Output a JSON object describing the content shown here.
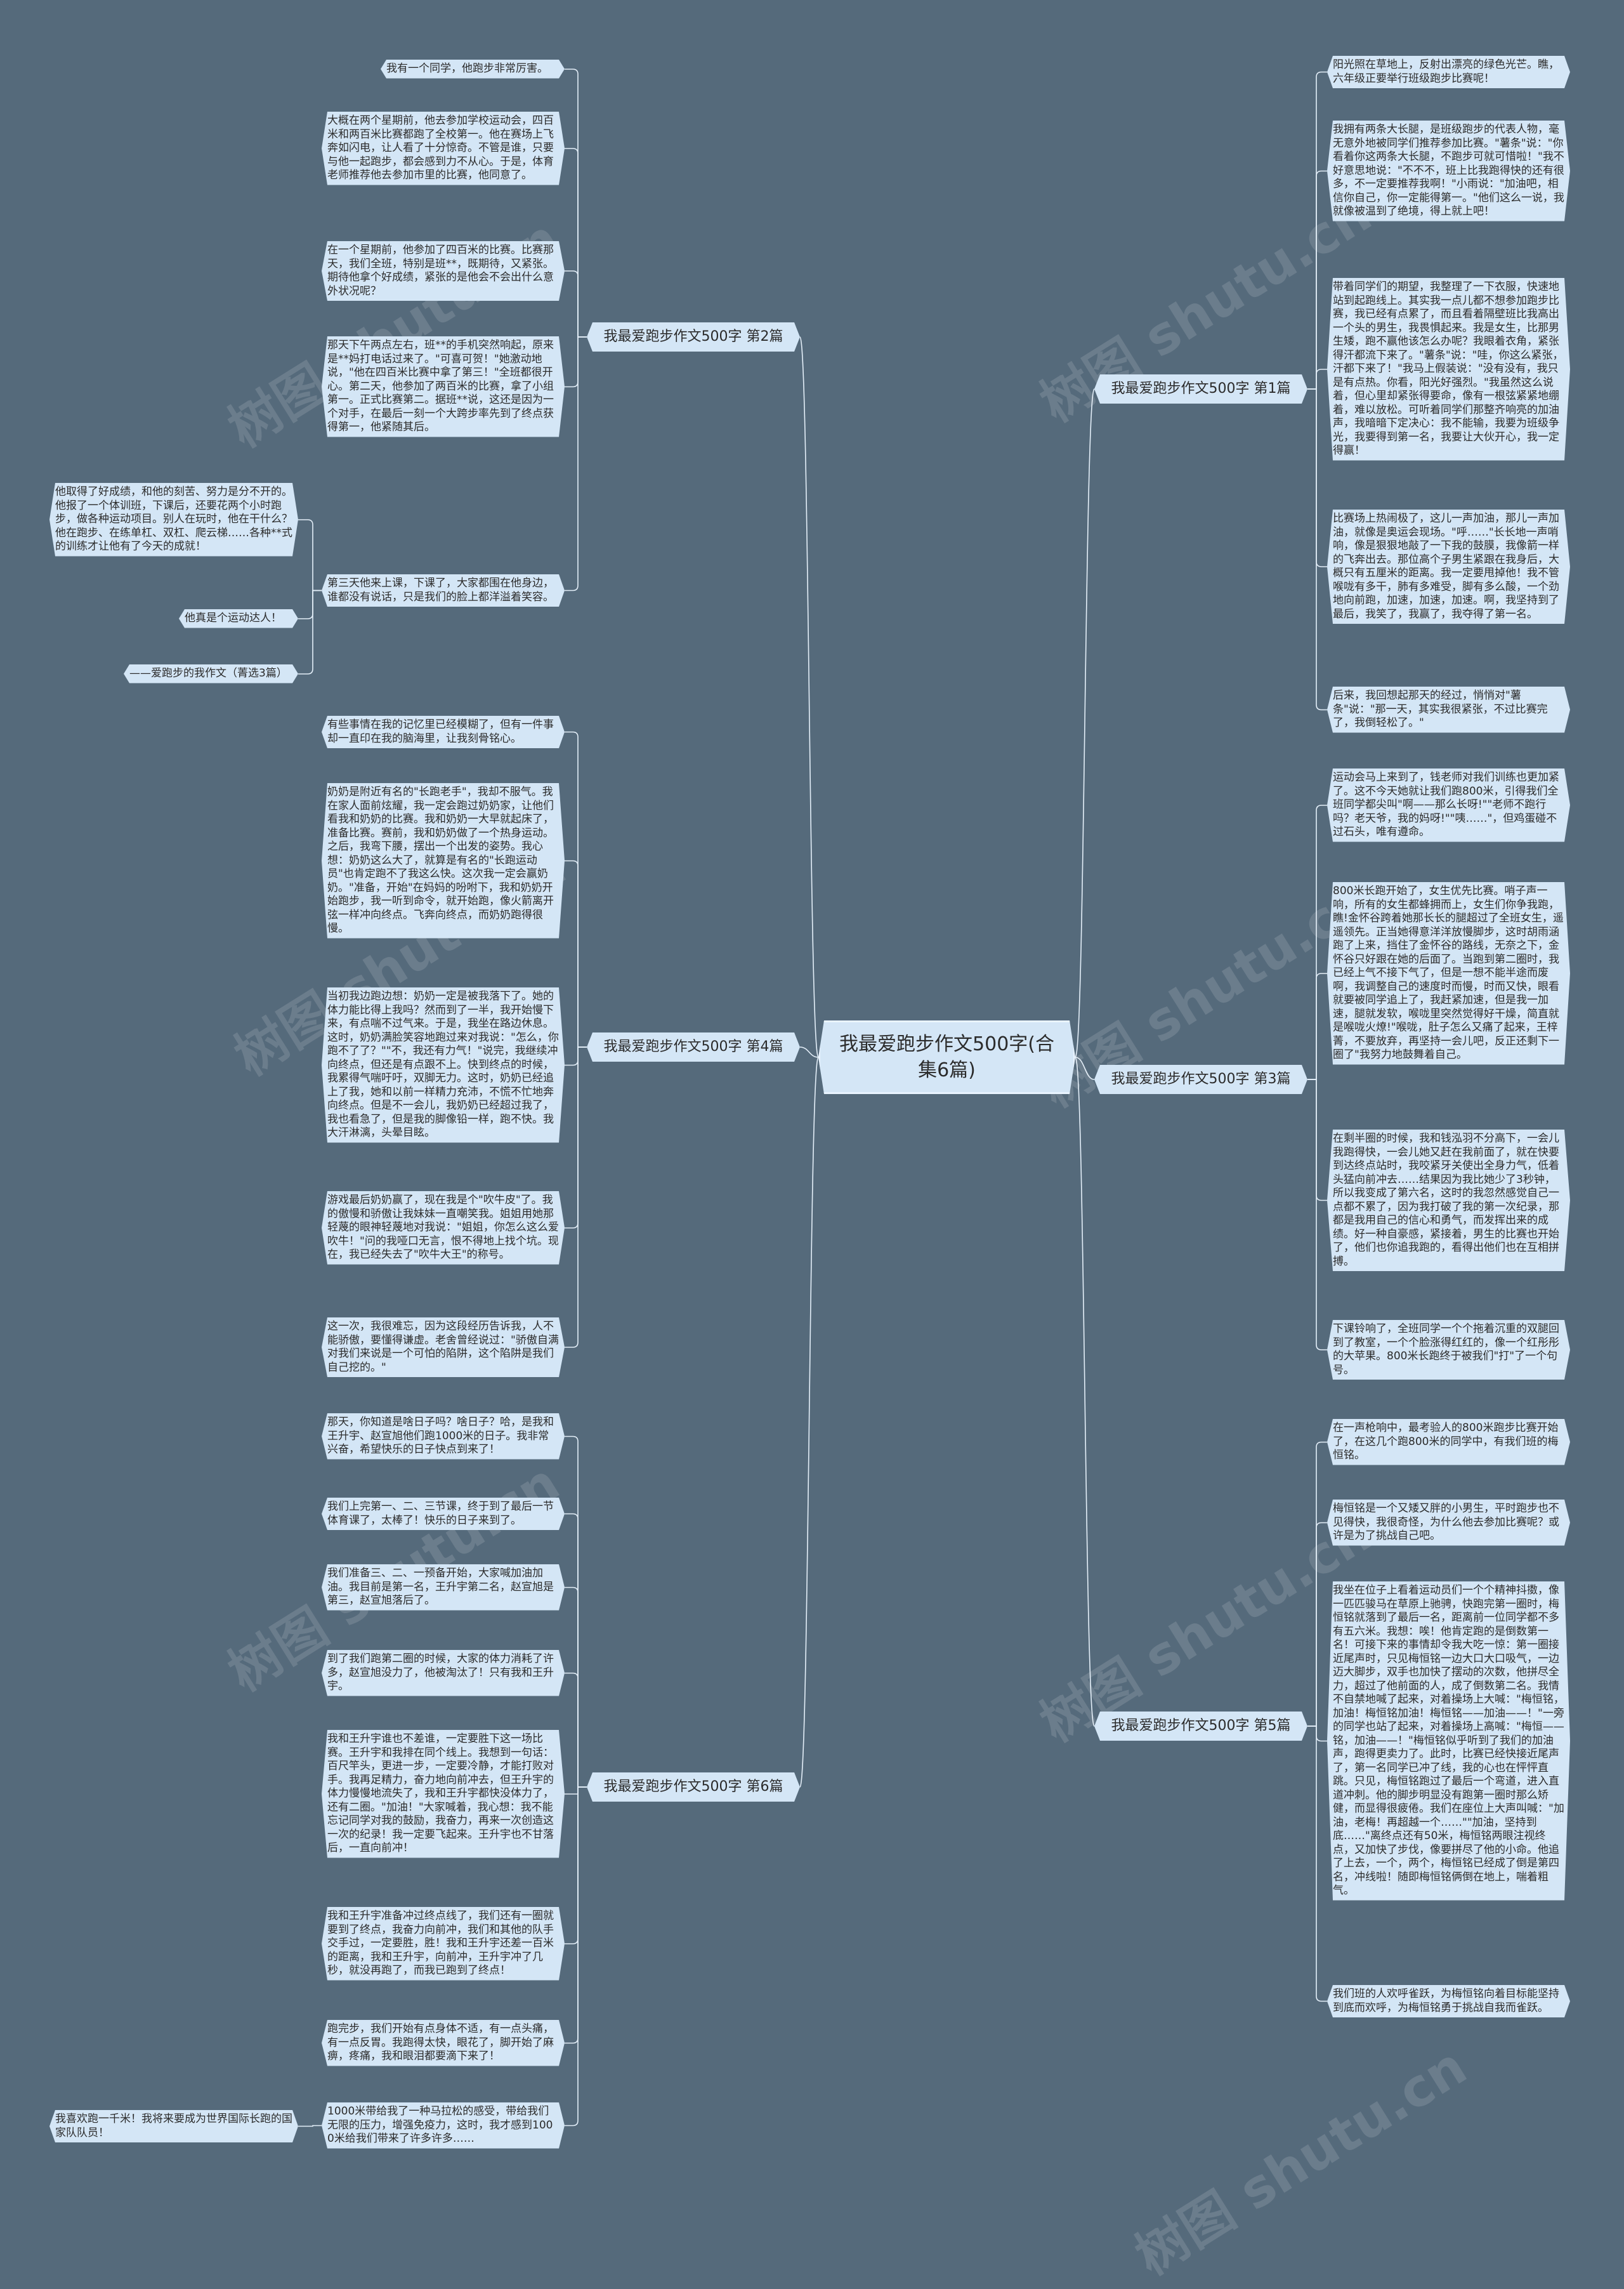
{
  "root": "我最爱跑步作文500字(合集6篇)",
  "watermark": "树图 shutu.cn",
  "branches": [
    {
      "label": "我最爱跑步作文500字 第2篇",
      "items": [
        "我有一个同学，他跑步非常厉害。",
        "大概在两个星期前，他去参加学校运动会，四百米和两百米比赛都跑了全校第一。他在赛场上飞奔如闪电，让人看了十分惊奇。不管是谁，只要与他一起跑步，都会感到力不从心。于是，体育老师推荐他去参加市里的比赛，他同意了。",
        "在一个星期前，他参加了四百米的比赛。比赛那天，我们全班，特别是班**，既期待，又紧张。期待他拿个好成绩，紧张的是他会不会出什么意外状况呢？",
        "那天下午两点左右，班**的手机突然响起，原来是**妈打电话过来了。\"可喜可贺！\"她激动地说，\"他在四百米比赛中拿了第三！\"全班都很开心。第二天，他参加了两百米的比赛，拿了小组第一。正式比赛第二。据班**说，这还是因为一个对手，在最后一刻一个大跨步率先到了终点获得第一，他紧随其后。",
        "第三天他来上课，下课了，大家都围在他身边，谁都没有说话，只是我们的脸上都洋溢着笑容。",
        "他取得了好成绩，和他的刻苦、努力是分不开的。他报了一个体训班，下课后，还要花两个小时跑步，做各种运动项目。别人在玩时，他在干什么？他在跑步、在练单杠、双杠、爬云梯……各种**式的训练才让他有了今天的成就！",
        "他真是个运动达人！",
        "——爱跑步的我作文（菁选3篇）"
      ]
    },
    {
      "label": "我最爱跑步作文500字 第4篇",
      "items": [
        "有些事情在我的记忆里已经模糊了，但有一件事却一直印在我的脑海里，让我刻骨铭心。",
        "奶奶是附近有名的\"长跑老手\"，我却不服气。我在家人面前炫耀，我一定会跑过奶奶家，让他们看我和奶奶的比赛。我和奶奶一大早就起床了，准备比赛。赛前，我和奶奶做了一个热身运动。之后，我弯下腰，摆出一个出发的姿势。我心想：奶奶这么大了，就算是有名的\"长跑运动员\"也肯定跑不了我这么快。这次我一定会赢奶奶。\"准备，开始\"在妈妈的吩咐下，我和奶奶开始跑步，我一听到命令，就开始跑，像火箭离开弦一样冲向终点。飞奔向终点，而奶奶跑得很慢。",
        "当初我边跑边想：奶奶一定是被我落下了。她的体力能比得上我吗？然而到了一半，我开始慢下来，有点喘不过气来。于是，我坐在路边休息。这时，奶奶满脸笑容地跑过来对我说：\"怎么，你跑不了了？\"\"不，我还有力气！\"说完，我继续冲向终点，但还是有点跟不上。快到终点的时候，我累得气喘吁吁，双脚无力。这时，奶奶已经追上了我，她和以前一样精力充沛，不慌不忙地奔向终点。但是不一会儿，我奶奶已经超过我了，我也看急了，但是我的脚像铅一样，跑不快。我大汗淋漓，头晕目眩。",
        "游戏最后奶奶赢了，现在我是个\"吹牛皮\"了。我的傲慢和骄傲让我妹妹一直嘲笑我。姐姐用她那轻蔑的眼神轻蔑地对我说：\"姐姐，你怎么这么爱吹牛！\"问的我哑口无言，恨不得地上找个坑。现在，我已经失去了\"吹牛大王\"的称号。",
        "这一次，我很难忘，因为这段经历告诉我，人不能骄傲，要懂得谦虚。老舍曾经说过：\"骄傲自满对我们来说是一个可怕的陷阱，这个陷阱是我们自己挖的。\""
      ]
    },
    {
      "label": "我最爱跑步作文500字 第6篇",
      "items": [
        "那天，你知道是啥日子吗？啥日子？哈，是我和王升宇、赵宣旭他们跑1000米的日子。我非常兴奋，希望快乐的日子快点到来了！",
        "我们上完第一、二、三节课，终于到了最后一节体育课了，太棒了！快乐的日子来到了。",
        "我们准备三、二、一预备开始，大家喊加油加油。我目前是第一名，王升宇第二名，赵宣旭是第三，赵宣旭落后了。",
        "到了我们跑第二圈的时候，大家的体力消耗了许多，赵宣旭没力了，他被淘汰了！只有我和王升宇。",
        "我和王升宇谁也不差谁，一定要胜下这一场比赛。王升宇和我排在同个线上。我想到一句话：百尺竿头，更进一步，一定要冷静，才能打败对手。我再足精力，奋力地向前冲去，但王升宇的体力慢慢地流失了，我和王升宇都快没体力了，还有二圈。\"加油！\"大家喊着，我心想：我不能忘记同学对我的鼓励，我奋力，再来一次创造这一次的纪录！我一定要飞起来。王升宇也不甘落后，一直向前冲！",
        "我和王升宇准备冲过终点线了，我们还有一圈就要到了终点，我奋力向前冲，我们和其他的队手交手过，一定要胜，胜！我和王升宇还差一百米的距离，我和王升宇，向前冲，王升宇冲了几秒，就没再跑了，而我已跑到了终点！",
        "跑完步，我们开始有点身体不适，有一点头痛，有一点反胃。我跑得太快，眼花了，脚开始了麻痹，疼痛，我和眼泪都要滴下来了！",
        "1000米带给我了一种马拉松的感受，带给我们无限的压力，增强免疫力，这时，我才感到1000米给我们带来了许多许多……",
        "我喜欢跑一千米！我将来要成为世界国际长跑的国家队队员！"
      ]
    },
    {
      "label": "我最爱跑步作文500字 第1篇",
      "items": [
        "阳光照在草地上，反射出漂亮的绿色光芒。瞧，六年级正要举行班级跑步比赛呢！",
        "我拥有两条大长腿，是班级跑步的代表人物，毫无意外地被同学们推荐参加比赛。\"薯条\"说：\"你看着你这两条大长腿，不跑步可就可惜啦！\"我不好意思地说：\"不不不，班上比我跑得快的还有很多，不一定要推荐我啊！\"小雨说：\"加油吧，相信你自己，你一定能得第一。\"他们这么一说，我就像被温到了绝境，得上就上吧！",
        "带着同学们的期望，我整理了一下衣服，快速地站到起跑线上。其实我一点儿都不想参加跑步比赛，我已经有点累了，而且看着隔壁班比我高出一个头的男生，我畏惧起来。我是女生，比那男生矮，跑不赢他该怎么办呢？我眼着衣角，紧张得汗都流下来了。\"薯条\"说：\"哇，你这么紧张，汗都下来了！\"我马上假装说：\"没有没有，我只是有点热。你看，阳光好强烈。\"我虽然这么说着，但心里却紧张得要命，像有一根弦紧紧地绷着，难以放松。可听着同学们那整齐响亮的加油声，我暗暗下定决心：我不能输，我要为班级争光，我要得到第一名，我要让大伙开心，我一定得赢！",
        "比赛场上热闹极了，这儿一声加油，那儿一声加油，就像是奥运会现场。\"呼……\"长长地一声哨响，像是狠狠地敲了一下我的鼓膜，我像箭一样的飞奔出去。那位高个子男生紧跟在我身后，大概只有五厘米的距离。我一定要甩掉他！我不管喉咙有多干，肺有多难受，脚有多么酸，一个劲地向前跑，加速，加速，加速。啊，我坚持到了最后，我笑了，我赢了，我夺得了第一名。",
        "后来，我回想起那天的经过，悄悄对\"薯条\"说：\"那一天，其实我很紧张，不过比赛完了，我倒轻松了。\""
      ]
    },
    {
      "label": "我最爱跑步作文500字 第3篇",
      "items": [
        "运动会马上来到了，钱老师对我们训练也更加紧了。这不今天她就让我们跑800米，引得我们全班同学都尖叫\"啊——那么长呀!\"\"老师不跑行吗？老天爷，我的妈呀!\"\"咦……\"，但鸡蛋碰不过石头，唯有遵命。",
        "800米长跑开始了，女生优先比赛。哨子声一响，所有的女生都蜂拥而上，女生们你争我跑，瞧!金怀谷跨着她那长长的腿超过了全班女生，遥遥领先。正当她得意洋洋放慢脚步，这时胡雨涵跑了上来，挡住了金怀谷的路线，无奈之下，金怀谷只好跟在她的后面了。当跑到第二圈时，我已经上气不接下气了，但是一想不能半途而废啊，我调整自己的速度时而慢，时而又快，眼看就要被同学追上了，我赶紧加速，但是我一加速，腿就发软，喉咙里突然觉得好干燥，简直就是喉咙火燎!\"喉咙，肚子怎么又痛了起来，王梓菁，不要放弃，再坚持一会儿吧，反正还剩下一圈了\"我努力地鼓舞着自己。",
        "在剩半圈的时候，我和钱泓羽不分高下，一会儿我跑得快，一会儿她又赶在我前面了，就在快要到达终点站时，我咬紧牙关使出全身力气，低着头猛向前冲去……结果因为我比她少了3秒钟，所以我变成了第六名，这时的我忽然感觉自己一点都不累了，因为我打破了我的第一次纪录，那都是我用自己的信心和勇气，而发挥出来的成绩。好一种自豪感，紧接着，男生的比赛也开始了，他们也你追我跑的，看得出他们也在互相拼搏。",
        "下课铃响了，全班同学一个个拖着沉重的双腿回到了教室，一个个脸涨得红红的，像一个红彤彤的大苹果。800米长跑终于被我们\"打\"了一个句号。"
      ]
    },
    {
      "label": "我最爱跑步作文500字 第5篇",
      "items": [
        "在一声枪响中，最考验人的800米跑步比赛开始了，在这几个跑800米的同学中，有我们班的梅恒铭。",
        "梅恒铭是一个又矮又胖的小男生，平时跑步也不见得快，我很奇怪，为什么他去参加比赛呢？或许是为了挑战自己吧。",
        "我坐在位子上看着运动员们一个个精神抖擞，像一匹匹骏马在草原上驰骋，快跑完第一圈时，梅恒铭就落到了最后一名，距离前一位同学都不多有五六米。我想：唉！他肯定跑的是倒数第一名！可接下来的事情却令我大吃一惊：第一圈接近尾声时，只见梅恒铭一边大口大口吸气，一边迈大脚步，双手也加快了摆动的次数，他拼尽全力，超过了他前面的人，成了倒数第二名。我情不自禁地喊了起来，对着操场上大喊：\"梅恒铭，加油！梅恒铭加油！梅恒铭——加油——！\"一旁的同学也站了起来，对着操场上高喊：\"梅恒——铭，加油——！\"梅恒铭似乎听到了我们的加油声，跑得更卖力了。此时，比赛已经快接近尾声了，第一名同学已冲了线，我的心也在怦怦直跳。只见，梅恒铭跑过了最后一个弯道，进入直道冲刺。他的脚步明显没有跑第一圈时那么矫健，而显得很疲倦。我们在座位上大声叫喊：\"加油，老梅！再超越一个……\"\"加油，坚持到底……\"离终点还有50米，梅恒铭两眼注视终点，又加快了步伐，像要拼尽了他的小命。他追了上去，一个，两个，梅恒铭已经成了倒是第四名，冲线啦！随即梅恒铭俩倒在地上，喘着粗气。",
        "我们班的人欢呼雀跃，为梅恒铭向着目标能坚持到底而欢呼，为梅恒铭勇于挑战自我而雀跃。"
      ]
    }
  ]
}
